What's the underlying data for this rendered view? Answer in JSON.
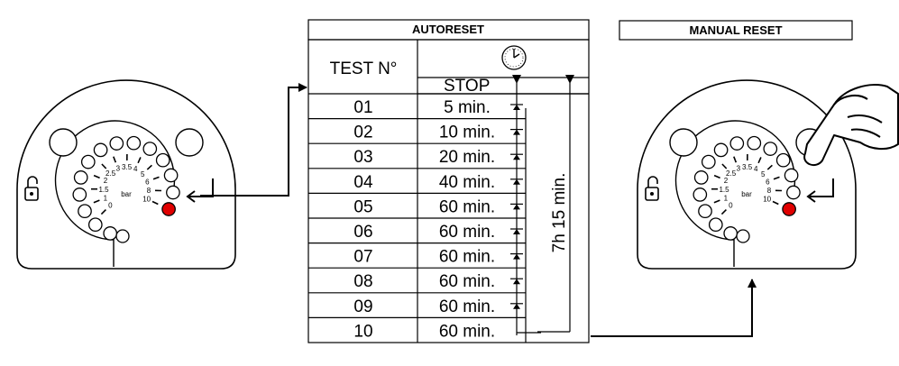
{
  "autoreset": {
    "title": "AUTORESET",
    "test_header": "TEST N°",
    "stop_label": "STOP",
    "rows": [
      {
        "test": "01",
        "duration": "5 min."
      },
      {
        "test": "02",
        "duration": "10 min."
      },
      {
        "test": "03",
        "duration": "20 min."
      },
      {
        "test": "04",
        "duration": "40 min."
      },
      {
        "test": "05",
        "duration": "60 min."
      },
      {
        "test": "06",
        "duration": "60 min."
      },
      {
        "test": "07",
        "duration": "60 min."
      },
      {
        "test": "08",
        "duration": "60 min."
      },
      {
        "test": "09",
        "duration": "60 min."
      },
      {
        "test": "10",
        "duration": "60 min."
      }
    ],
    "total_label": "7h 15 min."
  },
  "manual_reset": {
    "title": "MANUAL RESET"
  },
  "gauge": {
    "unit": "bar",
    "ticks": [
      {
        "label": "0"
      },
      {
        "label": "1"
      },
      {
        "label": "1.5"
      },
      {
        "label": "2"
      },
      {
        "label": "2.5"
      },
      {
        "label": "3"
      },
      {
        "label": "3.5"
      },
      {
        "label": "4"
      },
      {
        "label": "5"
      },
      {
        "label": "6"
      },
      {
        "label": "8"
      },
      {
        "label": "10"
      }
    ],
    "indicator_color": "#e00000"
  }
}
